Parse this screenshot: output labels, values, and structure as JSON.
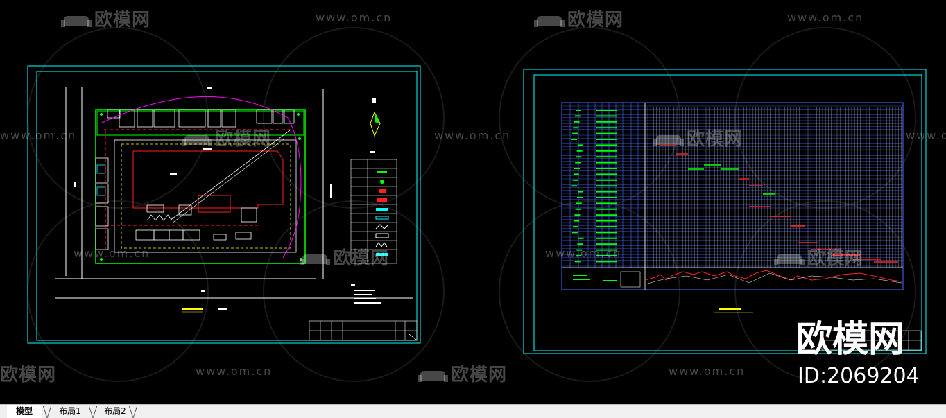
{
  "tabs": [
    {
      "label": "模型",
      "active": true
    },
    {
      "label": "布局1",
      "active": false
    },
    {
      "label": "布局2",
      "active": false
    }
  ],
  "watermark": {
    "logo_text": "欧模网",
    "url_text": "www.om.cn"
  },
  "brand": {
    "logo_text": "欧模网",
    "id_text": "ID:2069204"
  },
  "colors": {
    "background": "#000000",
    "frame": "#00ffff",
    "grid": "#4a6cff",
    "green": "#00ff00",
    "red": "#ff2020",
    "magenta": "#ff00ff",
    "yellow": "#ffff00",
    "white": "#ffffff",
    "tabbar": "#f0f0f0"
  }
}
